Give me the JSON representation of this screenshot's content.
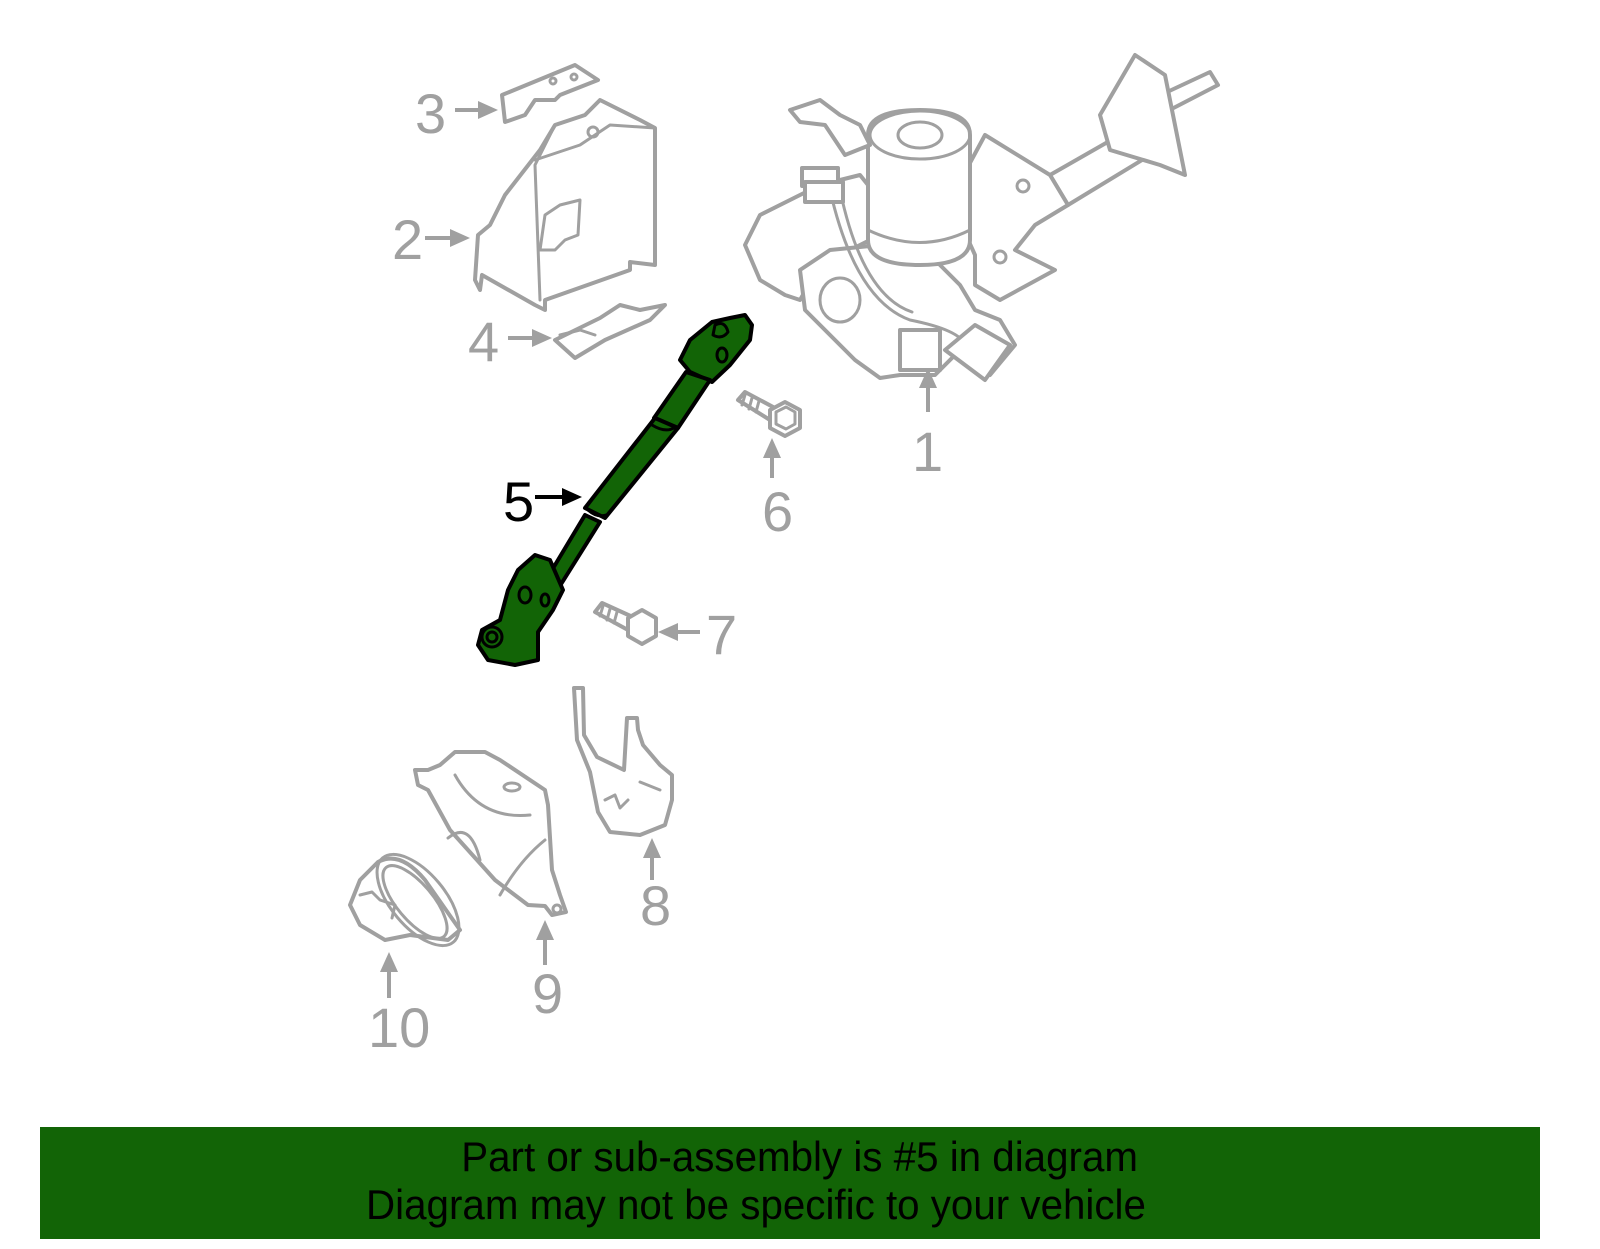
{
  "diagram": {
    "highlighted_part": "5",
    "colors": {
      "highlight_fill": "#126406",
      "highlight_stroke": "#000000",
      "part_stroke": "#a0a0a0",
      "banner_bg": "#126406",
      "banner_text": "#000000"
    },
    "callouts": [
      {
        "number": "1",
        "part": "steering-column-assembly",
        "highlighted": false
      },
      {
        "number": "2",
        "part": "control-module",
        "highlighted": false
      },
      {
        "number": "3",
        "part": "upper-bracket",
        "highlighted": false
      },
      {
        "number": "4",
        "part": "lower-bracket",
        "highlighted": false
      },
      {
        "number": "5",
        "part": "intermediate-shaft",
        "highlighted": true
      },
      {
        "number": "6",
        "part": "bolt",
        "highlighted": false
      },
      {
        "number": "7",
        "part": "bolt",
        "highlighted": false
      },
      {
        "number": "8",
        "part": "bracket",
        "highlighted": false
      },
      {
        "number": "9",
        "part": "boot-cover",
        "highlighted": false
      },
      {
        "number": "10",
        "part": "seal",
        "highlighted": false
      }
    ]
  },
  "banner": {
    "line1": "Part or sub-assembly is #5 in diagram",
    "line2": "Diagram may not be specific to your vehicle"
  }
}
